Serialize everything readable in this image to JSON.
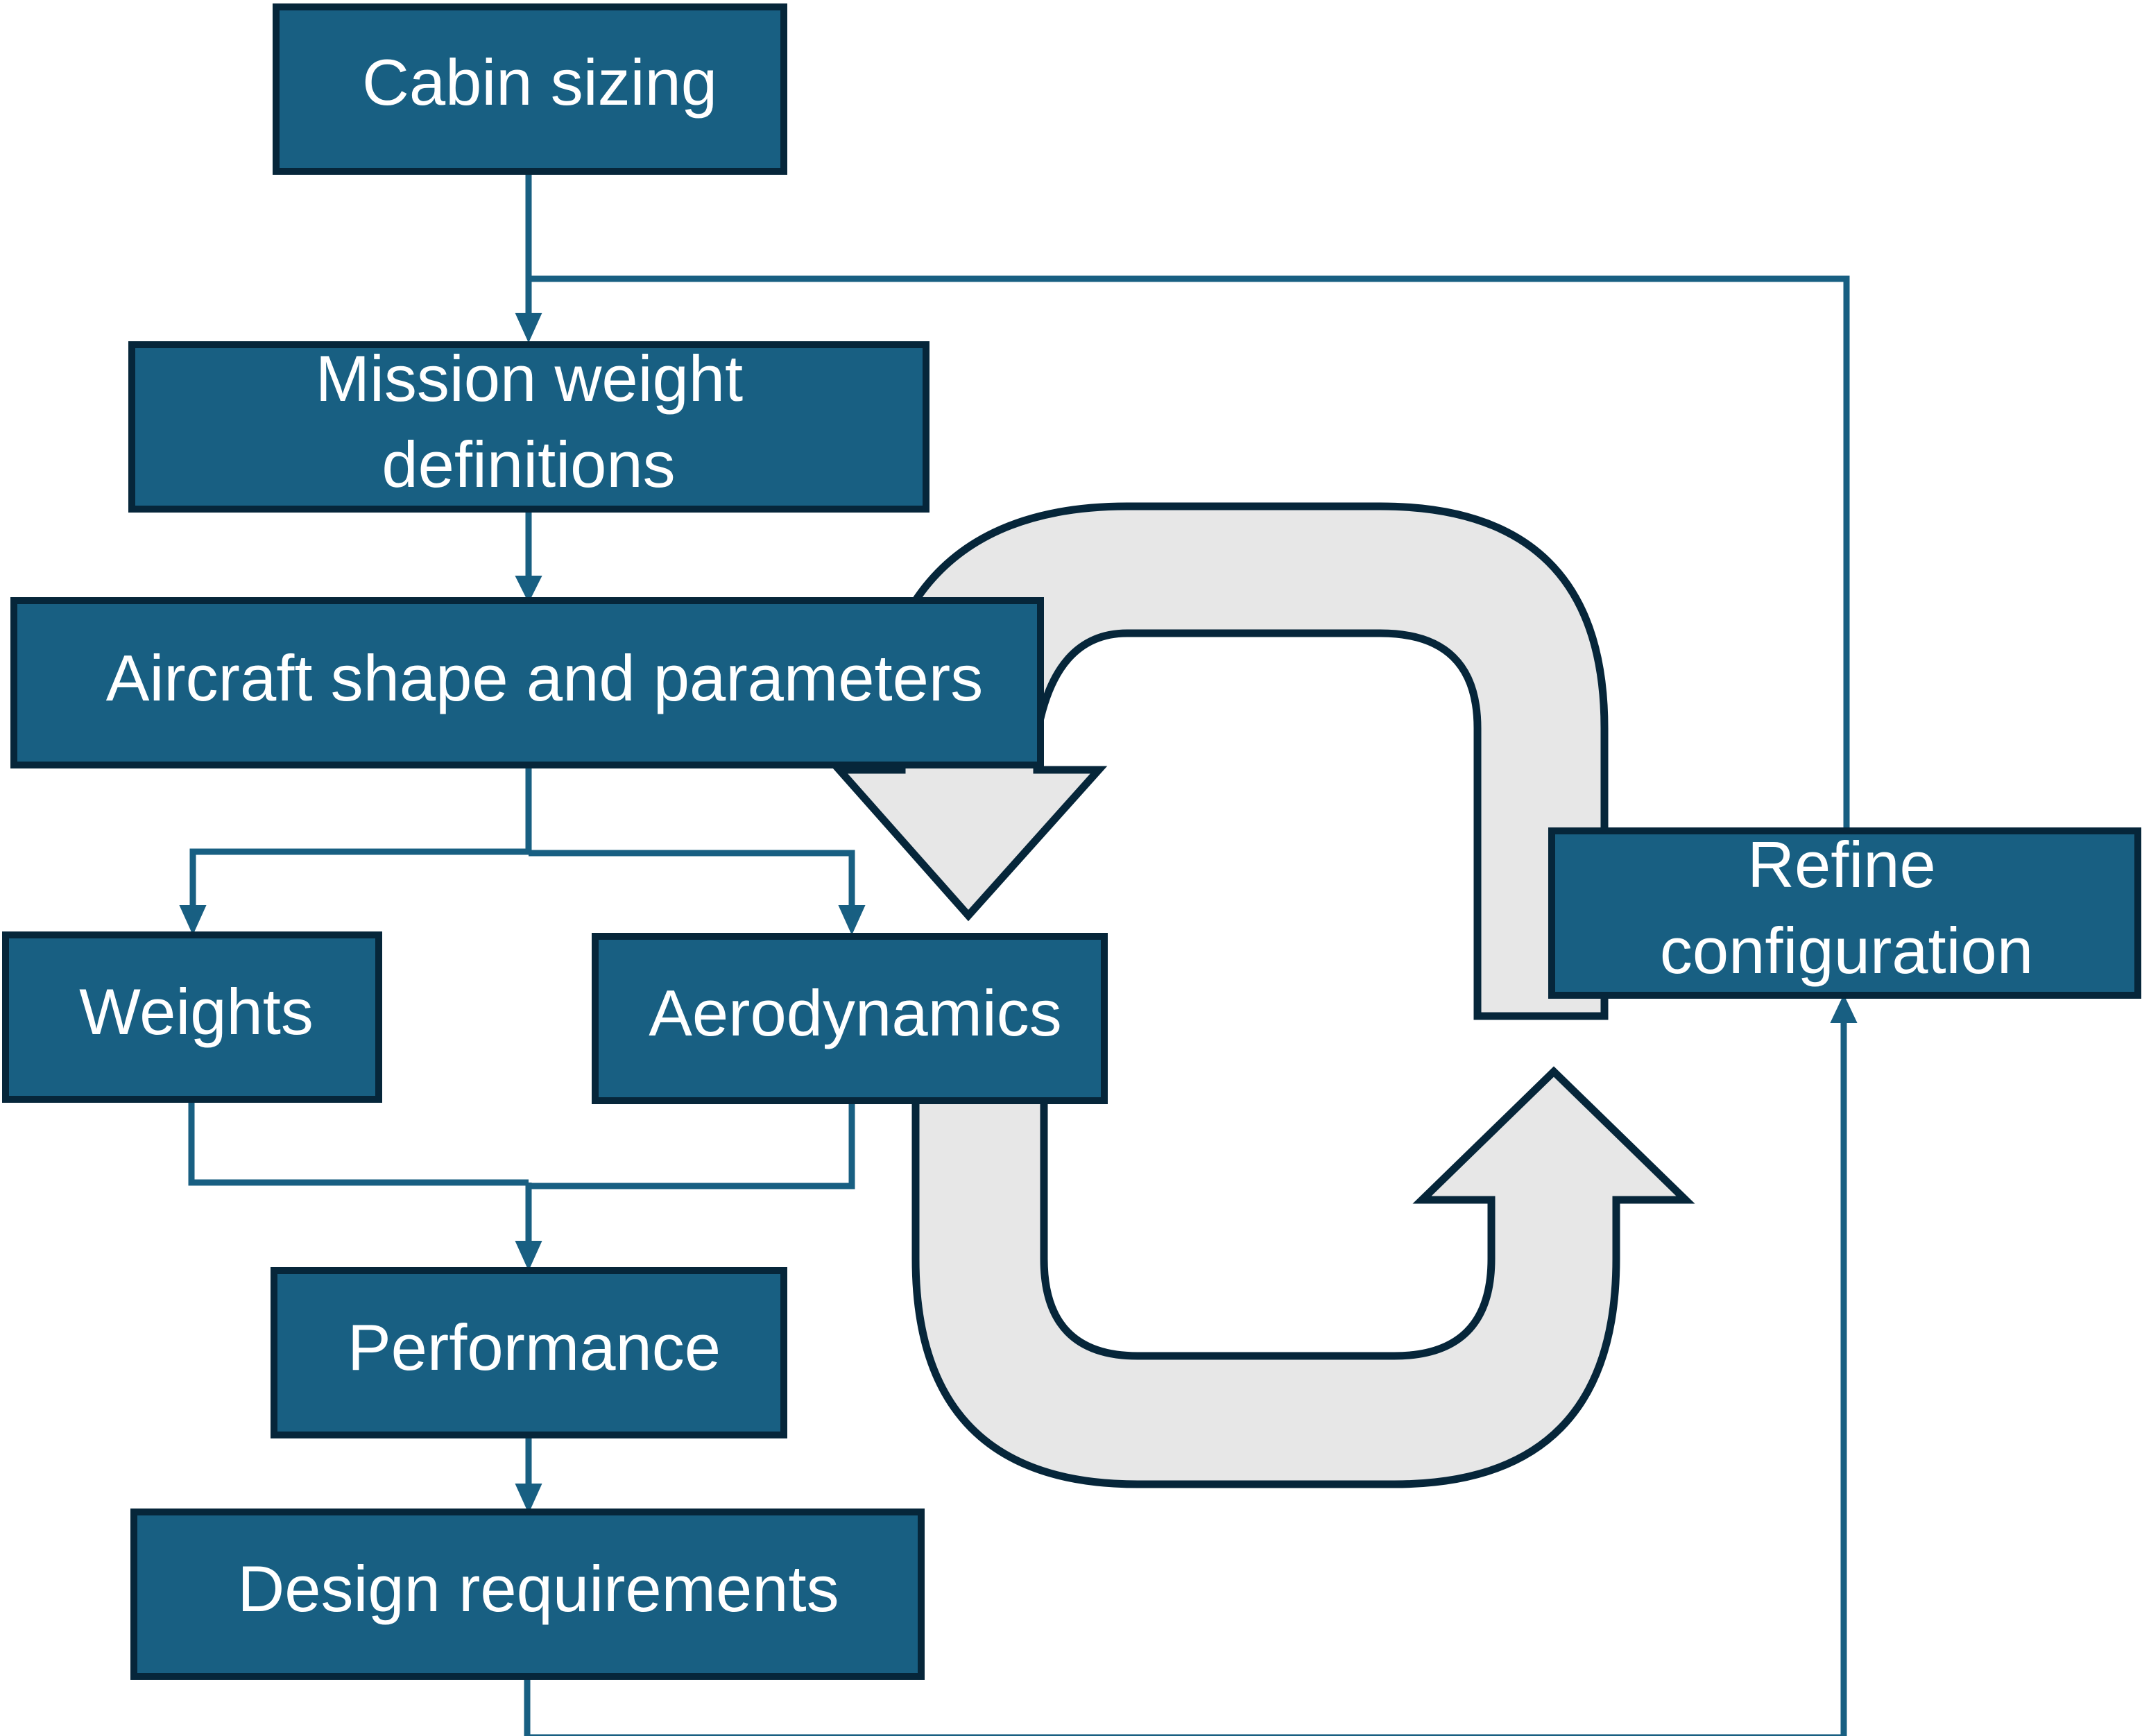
{
  "nodes": {
    "cabin_sizing": "Cabin sizing",
    "mission_weight": [
      "Mission weight",
      "definitions"
    ],
    "aircraft_shape": "Aircraft shape and parameters",
    "weights": "Weights",
    "aerodynamics": "Aerodynamics",
    "performance": "Performance",
    "design_requirements": "Design requirements",
    "refine_configuration": [
      "Refine",
      "configuration"
    ]
  },
  "colors": {
    "box_fill": "#185f82",
    "box_border": "#06263a",
    "connector": "#185f82",
    "loop_arrow_fill": "#e7e7e7"
  }
}
